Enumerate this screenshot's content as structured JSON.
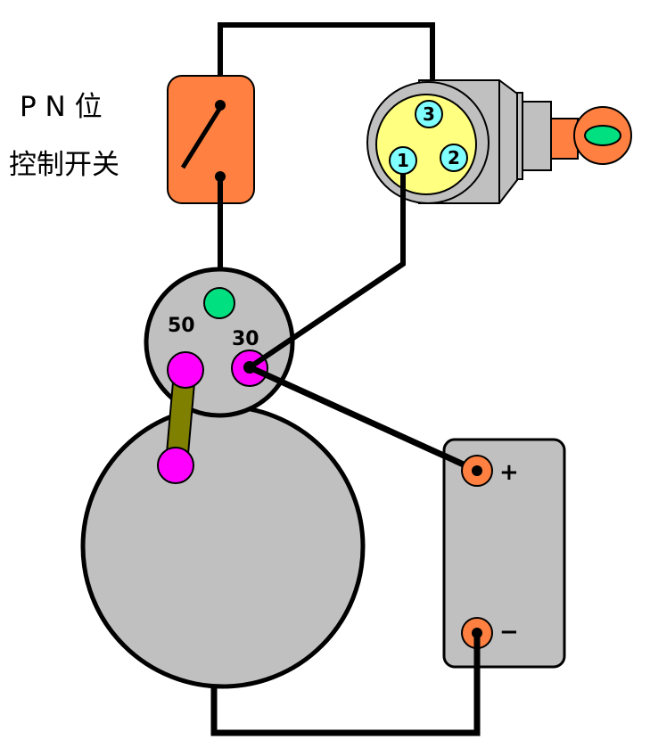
{
  "pn_switch": {
    "label_line1": "P N 位",
    "label_line2": "控制开关"
  },
  "ignition_switch": {
    "pins": [
      "1",
      "2",
      "3"
    ]
  },
  "starter": {
    "terminal_50": "50",
    "terminal_30": "30"
  },
  "battery": {
    "positive": "+",
    "negative": "−"
  },
  "colors": {
    "switch": "#ff8040",
    "body": "#c0c0c0",
    "terminal": "#ff00ff",
    "green": "#00e080",
    "pin": "#80ffff",
    "face": "#ffff80",
    "strap": "#808000"
  }
}
